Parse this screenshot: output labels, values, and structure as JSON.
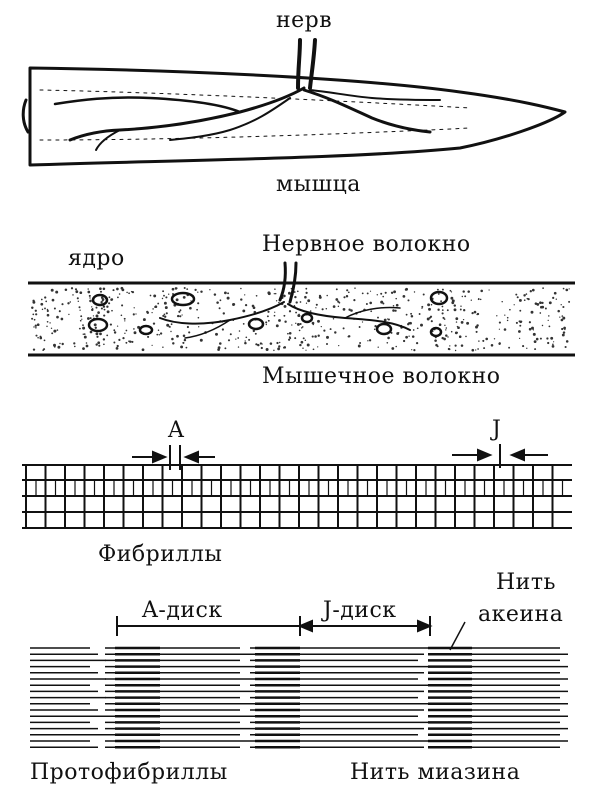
{
  "panel_1": {
    "nerve_label": "нерв",
    "muscle_label": "мышца"
  },
  "panel_2": {
    "nucleus_label": "ядро",
    "nerve_fiber_label": "Нервное волокно",
    "muscle_fiber_label": "Мышечное волокно"
  },
  "panel_3": {
    "a_band_label": "A",
    "j_band_label": "J",
    "fibrils_label": "Фибриллы"
  },
  "panel_4": {
    "a_disc_label": "A-диск",
    "j_disc_label": "J-диск",
    "actin_label_line1": "Нить",
    "actin_label_line2": "акеина",
    "protofibrils_label": "Протофибриллы",
    "myosin_label": "Нить миазина"
  }
}
